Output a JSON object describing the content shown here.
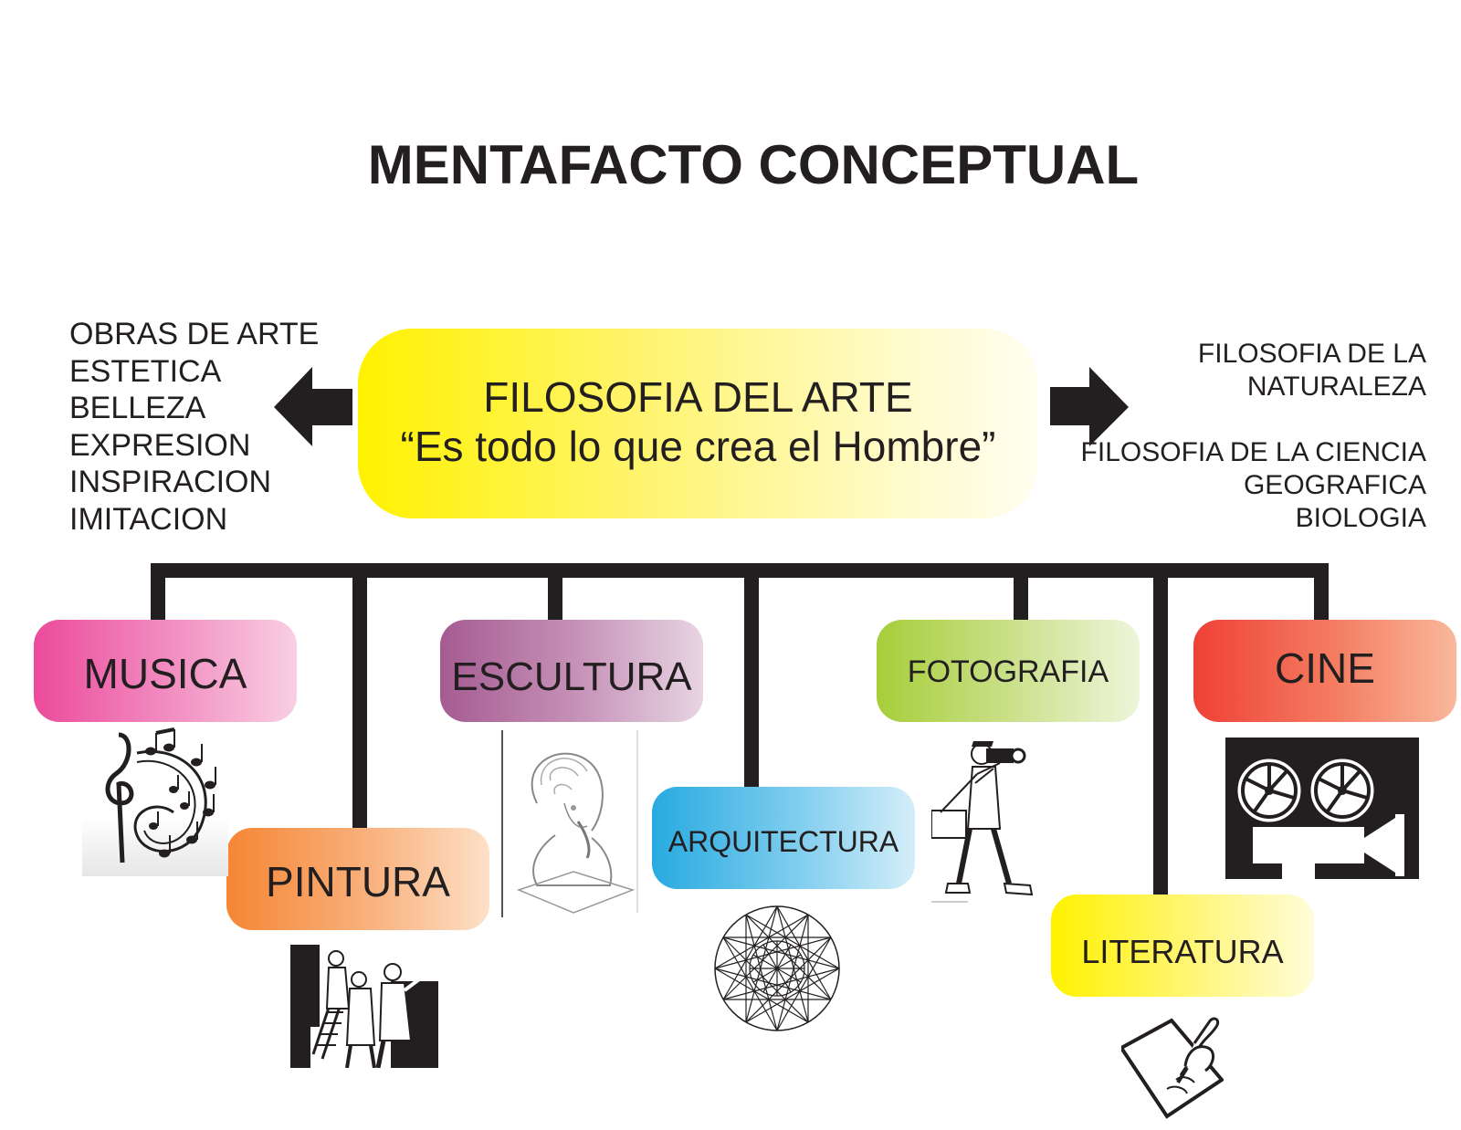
{
  "title": "MENTAFACTO CONCEPTUAL",
  "central": {
    "name": "FILOSOFIA DEL ARTE",
    "definition": "“Es todo lo que crea el Hombre”"
  },
  "isoordinadas": [
    "OBRAS DE ARTE",
    "ESTETICA",
    "BELLEZA",
    "EXPRESION",
    "INSPIRACION",
    "IMITACION"
  ],
  "exclusiones": {
    "group1": [
      "FILOSOFIA DE LA",
      "NATURALEZA"
    ],
    "group2": [
      "FILOSOFIA DE LA CIENCIA",
      "GEOGRAFICA",
      "BIOLOGIA"
    ]
  },
  "infraordinadas": [
    {
      "label": "MUSICA",
      "color": "#ec4a9b",
      "icon": "music-notes-icon"
    },
    {
      "label": "PINTURA",
      "color": "#f58634",
      "icon": "painters-icon"
    },
    {
      "label": "ESCULTURA",
      "color": "#a55b92",
      "icon": "sculpture-bust-icon"
    },
    {
      "label": "ARQUITECTURA",
      "color": "#27aae1",
      "icon": "geometric-star-icon"
    },
    {
      "label": "FOTOGRAFIA",
      "color": "#a6ce39",
      "icon": "photographer-icon"
    },
    {
      "label": "LITERATURA",
      "color": "#fff200",
      "icon": "writing-hand-icon"
    },
    {
      "label": "CINE",
      "color": "#ef4136",
      "icon": "film-projector-icon"
    }
  ]
}
